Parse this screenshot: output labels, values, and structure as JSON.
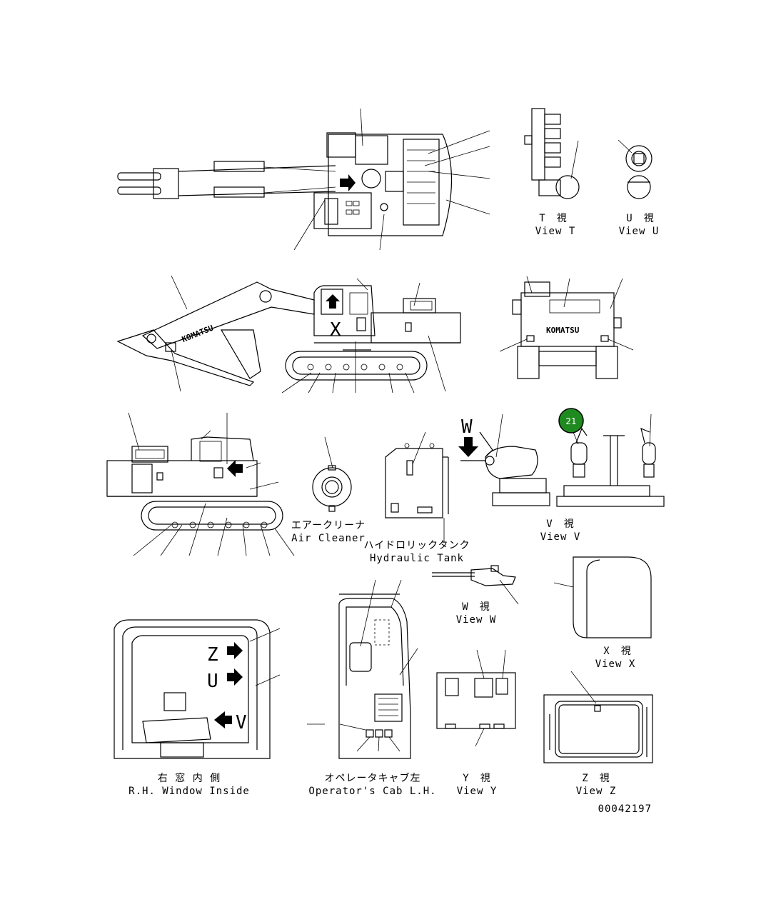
{
  "views": {
    "t": {
      "jp": "T　視",
      "en": "View T"
    },
    "u": {
      "jp": "U　視",
      "en": "View U"
    },
    "v": {
      "jp": "V　視",
      "en": "View V"
    },
    "w": {
      "jp": "W　視",
      "en": "View W"
    },
    "x": {
      "jp": "X　視",
      "en": "View X"
    },
    "y": {
      "jp": "Y　視",
      "en": "View Y"
    },
    "z": {
      "jp": "Z　視",
      "en": "View Z"
    }
  },
  "parts": {
    "air_cleaner": {
      "jp": "エアークリーナ",
      "en": "Air Cleaner"
    },
    "hydraulic_tank": {
      "jp": "ハイドロリックタンク",
      "en": "Hydraulic Tank"
    },
    "rh_window": {
      "jp": "右 窓 内 側",
      "en": "R.H. Window Inside"
    },
    "operator_cab": {
      "jp": "オペレータキャブ左",
      "en": "Operator's Cab L.H."
    }
  },
  "markers": {
    "x": "X",
    "w": "W",
    "z": "Z",
    "u": "U",
    "v": "V"
  },
  "brand": "KOMATSU",
  "callout": {
    "number": "21",
    "color": "#1f8a1f"
  },
  "drawing_number": "00042197"
}
